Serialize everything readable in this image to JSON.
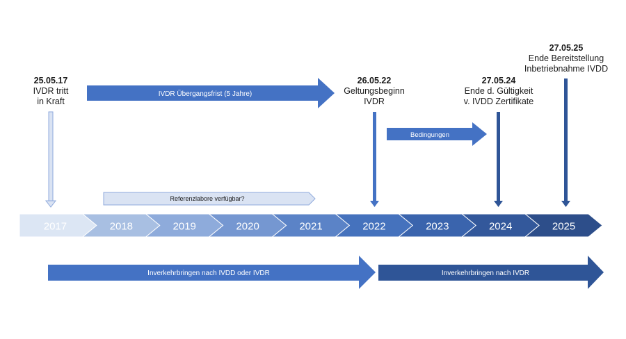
{
  "years": [
    {
      "label": "2017",
      "fill": "#dce6f4",
      "text": "#ffffff"
    },
    {
      "label": "2018",
      "fill": "#a8bfe2",
      "text": "#ffffff"
    },
    {
      "label": "2019",
      "fill": "#8eabdb",
      "text": "#ffffff"
    },
    {
      "label": "2020",
      "fill": "#7597d1",
      "text": "#ffffff"
    },
    {
      "label": "2021",
      "fill": "#5b83c7",
      "text": "#ffffff"
    },
    {
      "label": "2022",
      "fill": "#4572bd",
      "text": "#ffffff"
    },
    {
      "label": "2023",
      "fill": "#3a64ad",
      "text": "#ffffff"
    },
    {
      "label": "2024",
      "fill": "#33589b",
      "text": "#ffffff"
    },
    {
      "label": "2025",
      "fill": "#2d4e8a",
      "text": "#ffffff"
    }
  ],
  "milestones": [
    {
      "date": "25.05.17",
      "text": [
        "IVDR tritt",
        "in Kraft"
      ]
    },
    {
      "date": "26.05.22",
      "text": [
        "Geltungsbeginn",
        "IVDR"
      ]
    },
    {
      "date": "27.05.24",
      "text": [
        "Ende d. Gültigkeit",
        "v. IVDD Zertifikate"
      ]
    },
    {
      "date": "27.05.25",
      "text": [
        "Ende Bereitstellung",
        "Inbetriebnahme IVDD"
      ]
    }
  ],
  "arrows": {
    "transition": "IVDR Übergangsfrist (5 Jahre)",
    "conditions": "Bedingungen",
    "reference_labs": "Referenzlabore verfügbar?",
    "placing_both": "Inverkehrbringen  nach IVDD oder IVDR",
    "placing_ivdr": "Inverkehrbringen nach IVDR"
  },
  "colors": {
    "main_blue": "#4472c4",
    "dark_blue": "#2f5597",
    "light_fill": "#dae3f3",
    "light_stroke": "#8faadc"
  }
}
